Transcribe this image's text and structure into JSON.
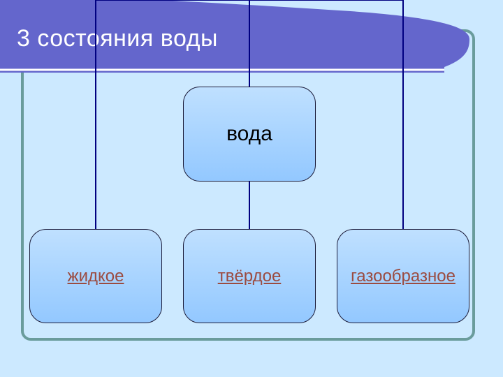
{
  "slide": {
    "title": "3 состояния воды",
    "colors": {
      "background": "#cce9ff",
      "frame": "#6a9c9c",
      "title_band": "#6466cc",
      "connector": "#000080",
      "box_fill": "#a9d3ff",
      "link_text": "#9b4b40"
    }
  },
  "diagram": {
    "root": {
      "label": "вода"
    },
    "children": [
      {
        "label": "жидкое",
        "is_link": true
      },
      {
        "label": "твёрдое",
        "is_link": true
      },
      {
        "label": "газообразное",
        "is_link": true
      }
    ]
  }
}
